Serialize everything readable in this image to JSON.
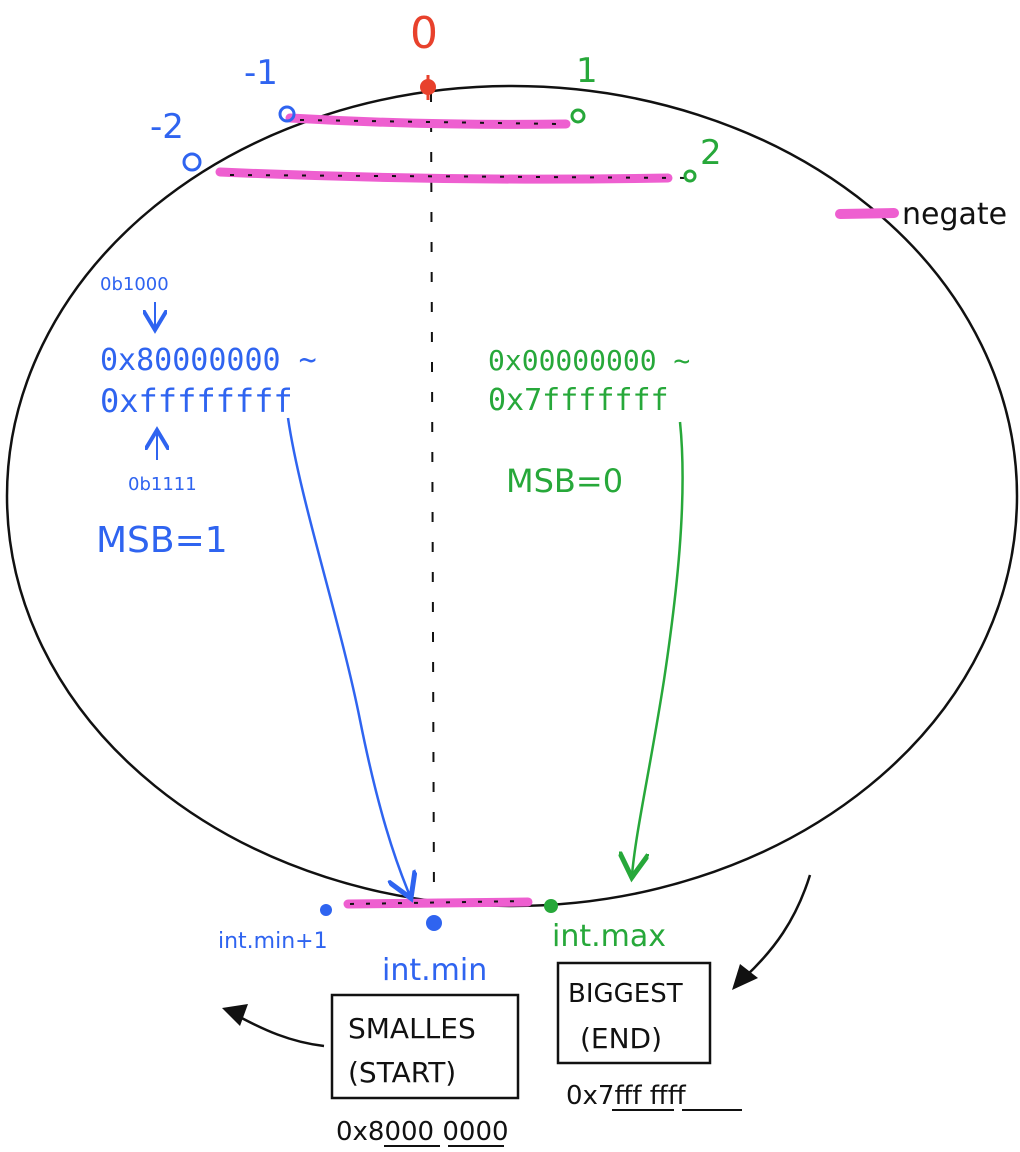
{
  "colors": {
    "red": "#e8412c",
    "blue": "#2f64f0",
    "green": "#27a83a",
    "magenta": "#ee5fd0",
    "ink": "#111111"
  },
  "top_labels": {
    "zero": "0",
    "neg_one": "-1",
    "pos_one": "1",
    "neg_two": "-2",
    "pos_two": "2"
  },
  "legend": {
    "label": "negate"
  },
  "negative_range": {
    "bits_top": "0b1000",
    "start": "0x80000000 ~",
    "end": "0xffffffff",
    "bits_bottom": "0b1111",
    "msb": "MSB=1"
  },
  "positive_range": {
    "start": "0x00000000 ~",
    "end": "0x7fffffff",
    "msb": "MSB=0"
  },
  "bottom_labels": {
    "int_min_plus_1": "int.min+1",
    "int_min": "int.min",
    "int_max": "int.max"
  },
  "boxes": {
    "smallest_line1": "SMALLES",
    "smallest_line2": "(START)",
    "smallest_value": "0x8000 0000",
    "biggest_line1": "BIGGEST",
    "biggest_line2": "(END)",
    "biggest_value": "0x7fff ffff"
  }
}
